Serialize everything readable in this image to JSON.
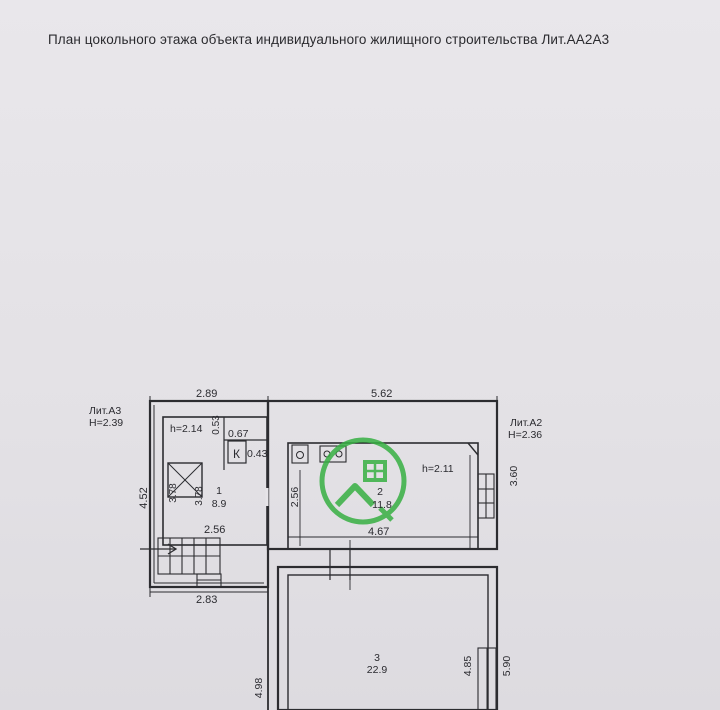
{
  "title": "План цокольного этажа объекта индивидуального жилищного строительства Лит.АА2А3",
  "blocks": {
    "a3": {
      "name": "Лит.А3",
      "height": "H=2.39"
    },
    "a2": {
      "name": "Лит.А2",
      "height": "H=2.36"
    }
  },
  "dimensions": {
    "top_left": "2.89",
    "top_right": "5.62",
    "left": "4.52",
    "bottom_left": "2.83",
    "inner_a": "0.53",
    "inner_b": "0.67",
    "inner_c": "0.43",
    "inner_d": "3.78",
    "inner_e": "3.78",
    "inner_f": "2.56",
    "inner_g": "2.56",
    "inner_h": "4.67",
    "right": "3.60",
    "lower_left": "4.98",
    "lower_right_a": "4.85",
    "lower_right_b": "5.90"
  },
  "rooms": [
    {
      "number": "1",
      "area": "8.9",
      "height": "h=2.14"
    },
    {
      "number": "2",
      "area": "11.8",
      "height": "h=2.11"
    },
    {
      "number": "3",
      "area": "22.9"
    }
  ],
  "boiler_label": "К",
  "colors": {
    "watermark": "#37b043",
    "lines": "#2c2c30"
  }
}
